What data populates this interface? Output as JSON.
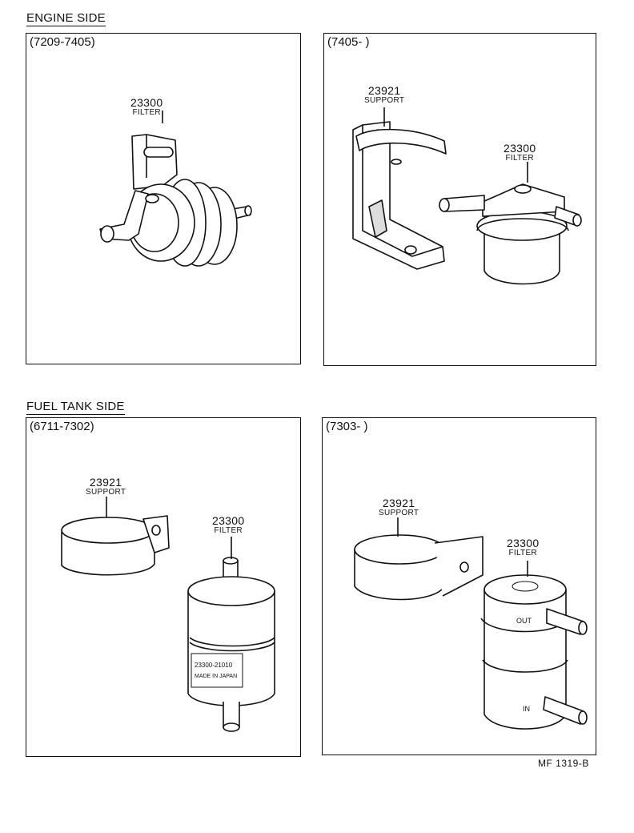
{
  "sections": {
    "engine_side": "ENGINE SIDE",
    "fuel_tank_side": "FUEL TANK SIDE"
  },
  "panels": {
    "p1": {
      "range": "(7209-7405)",
      "filter": {
        "number": "23300",
        "name": "FILTER"
      }
    },
    "p2": {
      "range": "(7405-        )",
      "support": {
        "number": "23921",
        "name": "SUPPORT"
      },
      "filter": {
        "number": "23300",
        "name": "FILTER"
      }
    },
    "p3": {
      "range": "(6711-7302)",
      "support": {
        "number": "23921",
        "name": "SUPPORT"
      },
      "filter": {
        "number": "23300",
        "name": "FILTER"
      },
      "filter_body_text": [
        "23300-21010",
        "MADE IN JAPAN"
      ]
    },
    "p4": {
      "range": "(7303-        )",
      "support": {
        "number": "23921",
        "name": "SUPPORT"
      },
      "filter": {
        "number": "23300",
        "name": "FILTER"
      },
      "out_label": "OUT",
      "in_label": "IN"
    }
  },
  "footer": "MF 1319-B"
}
